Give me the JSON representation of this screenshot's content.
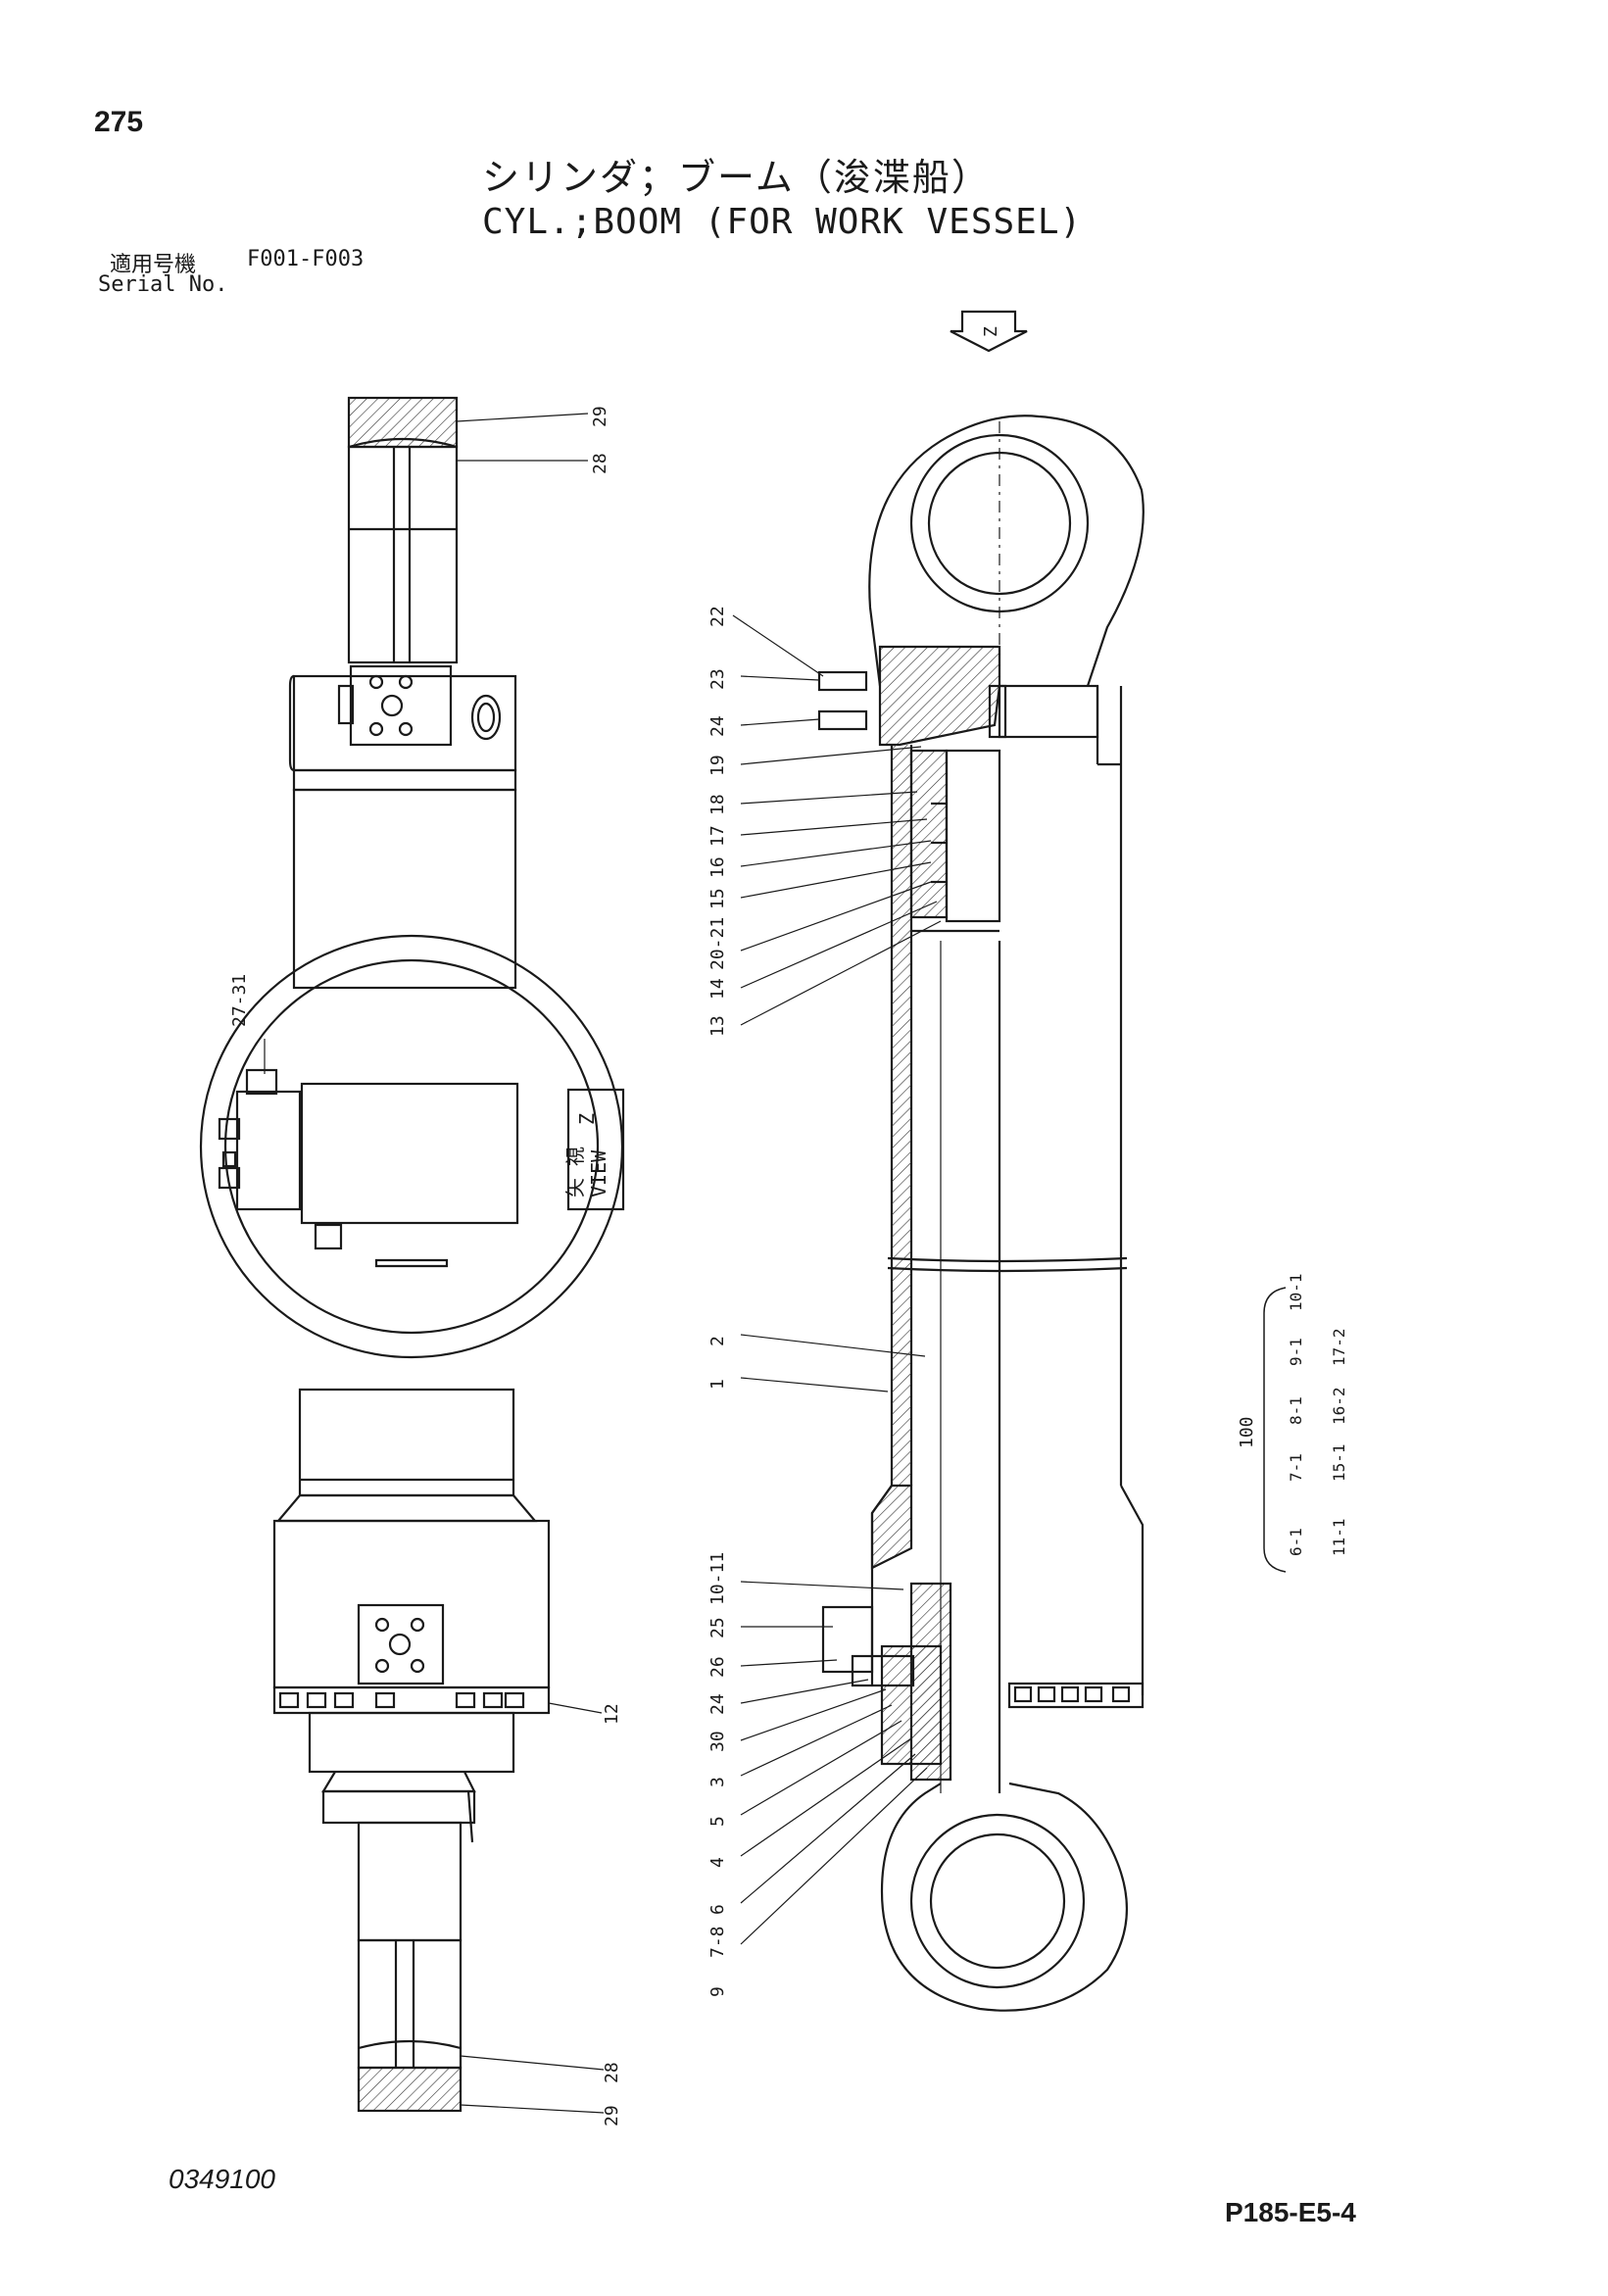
{
  "header": {
    "page_number": "275",
    "title_ja": "シリンダ；ブーム（浚渫船）",
    "title_en": "CYL.;BOOM (FOR WORK VESSEL)",
    "serial_label_ja": "適用号機",
    "serial_value": "F001-F003",
    "serial_label_en": "Serial No."
  },
  "footer": {
    "drawing_number": "0349100",
    "page_code": "P185-E5-4"
  },
  "view_marker": {
    "arrow_letter": "Z"
  },
  "view_label": {
    "ja": "矢 視",
    "en": "VIEW",
    "letter": "Z"
  },
  "callouts": {
    "top_left_view": [
      "29",
      "28"
    ],
    "view_z": [
      "27-31"
    ],
    "bottom_left_view": [
      "12",
      "28",
      "29"
    ],
    "main_left": [
      "22",
      "23",
      "24",
      "19",
      "18",
      "17",
      "16",
      "15",
      "20-21",
      "14",
      "13",
      "2",
      "1",
      "10-11",
      "25",
      "26",
      "24",
      "30",
      "3",
      "5",
      "4",
      "6",
      "7-8",
      "9"
    ]
  },
  "kit": {
    "number": "100",
    "rows": [
      [
        "6-1",
        "7-1",
        "8-1",
        "9-1",
        "10-1"
      ],
      [
        "11-1",
        "15-1",
        "16-2",
        "17-2"
      ]
    ]
  }
}
